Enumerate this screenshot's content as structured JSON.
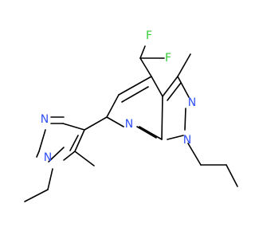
{
  "molecule": {
    "atoms": {
      "f_top": {
        "label": "F",
        "color": "#33cc33"
      },
      "f_right": {
        "label": "F",
        "color": "#33cc33"
      },
      "n_pyridine": {
        "label": "N",
        "color": "#3050f8"
      },
      "n_pyrazole_2": {
        "label": "N",
        "color": "#3050f8"
      },
      "n_pyrazole_1": {
        "label": "N",
        "color": "#3050f8"
      },
      "n_side_2": {
        "label": "N",
        "color": "#3050f8"
      },
      "n_side_1": {
        "label": "N",
        "color": "#3050f8"
      }
    },
    "bond_color": "#000000"
  }
}
